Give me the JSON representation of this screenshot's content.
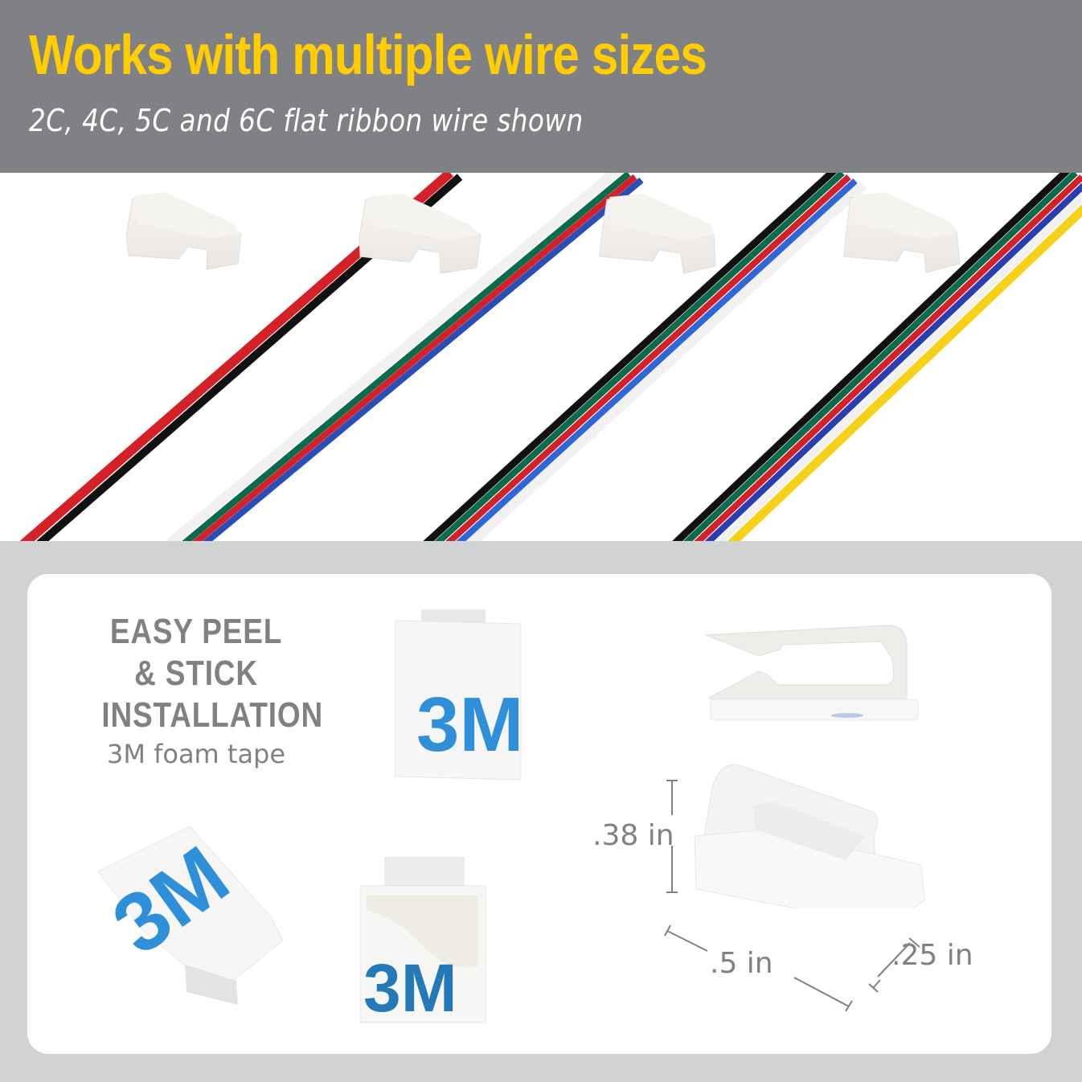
{
  "header": {
    "title": "Works with multiple wire sizes",
    "subtitle": "2C, 4C, 5C and 6C flat ribbon wire shown"
  },
  "wires": [
    {
      "label": "2C",
      "colors": [
        "#d42027",
        "#111111"
      ]
    },
    {
      "label": "4C",
      "colors": [
        "#f4f4f4",
        "#0a6a4c",
        "#d42027",
        "#2a4eb5"
      ]
    },
    {
      "label": "5C",
      "colors": [
        "#111111",
        "#0a6a4c",
        "#d42027",
        "#2f67d6",
        "#f4f4f4"
      ]
    },
    {
      "label": "6C",
      "colors": [
        "#111111",
        "#0a6a4c",
        "#d42027",
        "#2a3eb0",
        "#f4f4f4",
        "#f7d117"
      ]
    }
  ],
  "feature": {
    "lines": [
      "EASY PEEL",
      "& STICK",
      "INSTALLATION"
    ],
    "sub": "3M foam tape"
  },
  "tape_logo": "3M",
  "dimensions": {
    "height": ".38 in",
    "length": ".5 in",
    "width": ".25 in"
  },
  "colors": {
    "header_bg": "#808184",
    "title": "#ffcd00",
    "lower_bg": "#d1d2d4",
    "text_gray": "#808184",
    "logo_blue": "#2f8fd8"
  }
}
